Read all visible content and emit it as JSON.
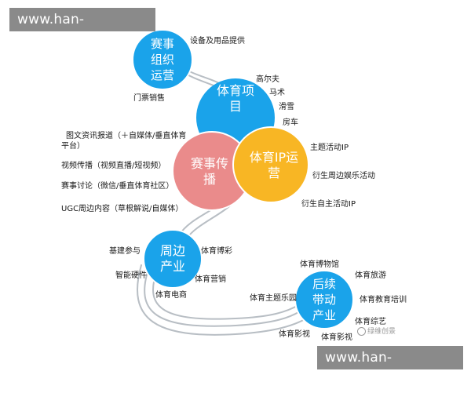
{
  "watermark_top": "www.han-shuang.com",
  "watermark_bottom": "www.han-shuang.com",
  "colors": {
    "blue": "#1aa3ea",
    "pink": "#ea8b8b",
    "yellow": "#f8b624",
    "ribbon": "#b8bec4"
  },
  "nodes": {
    "event_operation": "赛事\n组织\n运营",
    "sports_project": "体育项\n目",
    "event_broadcast": "赛事传\n播",
    "sports_ip": "体育IP运\n营",
    "peripheral": "周边\n产业",
    "follow_up": "后续\n带动\n产业"
  },
  "leaves": {
    "equipment": "设备及用品提供",
    "tickets": "门票销售",
    "golf": "高尔夫",
    "equestrian": "马术",
    "skiing": "滑雪",
    "racing": "房车",
    "graphic_news_1": "图文资讯报道（＋自媒体/垂直体育",
    "graphic_news_2": "平台）",
    "video": "视频传播（视频直播/短视频）",
    "discussion": "赛事讨论（微信/垂直体育社区）",
    "ugc": "UGC周边内容（草根解说/自媒体）",
    "main_ip": "主题活动IP",
    "derived_ent": "衍生周边娱乐活动",
    "derived_ip": "衍生自主活动IP",
    "infrastructure": "基建参与",
    "lottery": "体育博彩",
    "smart_hw": "智能硬件",
    "marketing": "体育营销",
    "ecommerce": "体育电商",
    "museum": "体育博物馆",
    "tourism": "体育旅游",
    "theme_park": "体育主题乐园",
    "training": "体育教育培训",
    "variety": "体育综艺",
    "film_1": "体育影视",
    "film_2": "体育影视"
  },
  "wechat": "绿维创景"
}
